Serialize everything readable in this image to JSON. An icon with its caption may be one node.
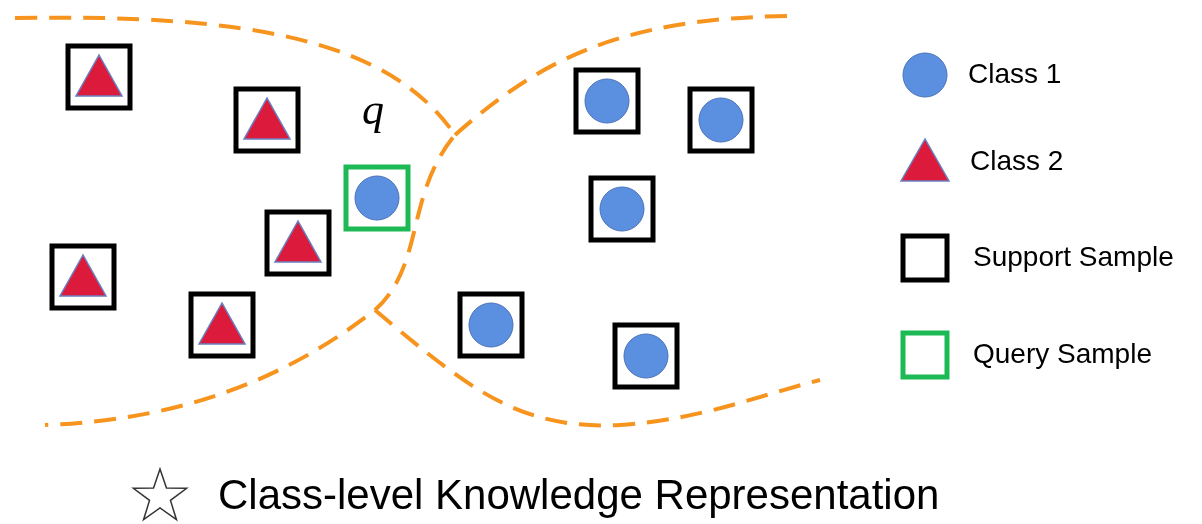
{
  "diagram": {
    "labels": [
      "q"
    ],
    "legend": [
      {
        "text": "Class 1"
      },
      {
        "text": "Class 2"
      },
      {
        "text": "Support Sample"
      },
      {
        "text": "Query Sample"
      },
      {
        "text": "Class-level Knowledge Representation"
      }
    ]
  }
}
